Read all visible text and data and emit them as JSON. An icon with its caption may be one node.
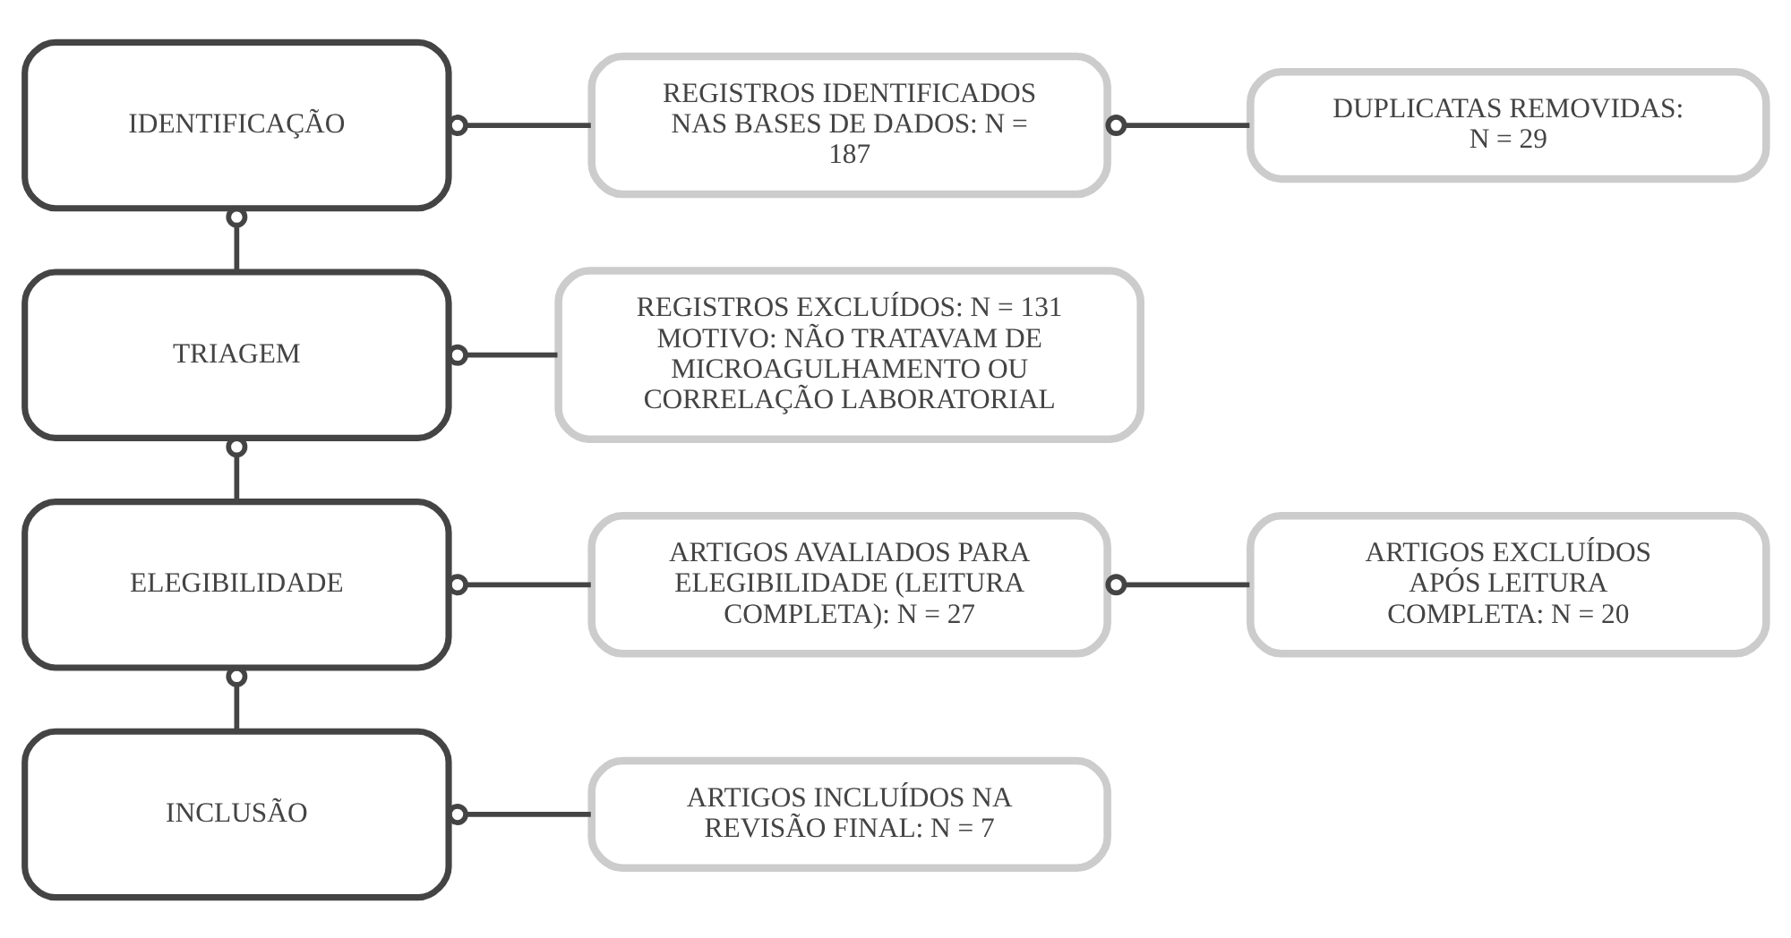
{
  "diagram": {
    "nodes": [
      {
        "text": [
          "IDENTIFICAÇÃO"
        ]
      },
      {
        "text": [
          "REGISTROS IDENTIFICADOS NAS BASES DE DADOS: N = 187"
        ]
      },
      {
        "text": [
          "DUPLICATAS REMOVIDAS: N = 29"
        ]
      },
      {
        "text": [
          "TRIAGEM"
        ]
      },
      {
        "text": [
          "REGISTROS EXCLUÍDOS: N = 131 MOTIVO: NÃO TRATAVAM DE MICROAGULHAMENTO OU CORRELAÇÃO LABORATORIAL"
        ]
      },
      {
        "text": [
          "ELEGIBILIDADE"
        ]
      },
      {
        "text": [
          "ARTIGOS AVALIADOS PARA ELEGIBILIDADE (LEITURA COMPLETA): N = 27"
        ]
      },
      {
        "text": [
          "ARTIGOS EXCLUÍDOS APÓS LEITURA COMPLETA: N = 20"
        ]
      },
      {
        "text": [
          "INCLUSÃO"
        ]
      },
      {
        "text": [
          "ARTIGOS INCLUÍDOS NA REVISÃO FINAL: N = 7"
        ]
      }
    ],
    "edges": [
      {
        "from": 0,
        "to": 1,
        "arrow": "other"
      },
      {
        "from": 1,
        "to": 2,
        "arrow": "other"
      },
      {
        "from": 0,
        "to": 3,
        "arrow": "other"
      },
      {
        "from": 3,
        "to": 4,
        "arrow": "other"
      },
      {
        "from": 3,
        "to": 5,
        "arrow": "other"
      },
      {
        "from": 5,
        "to": 6,
        "arrow": "other"
      },
      {
        "from": 6,
        "to": 7,
        "arrow": "other"
      },
      {
        "from": 5,
        "to": 8,
        "arrow": "other"
      },
      {
        "from": 8,
        "to": 9,
        "arrow": "other"
      }
    ]
  }
}
